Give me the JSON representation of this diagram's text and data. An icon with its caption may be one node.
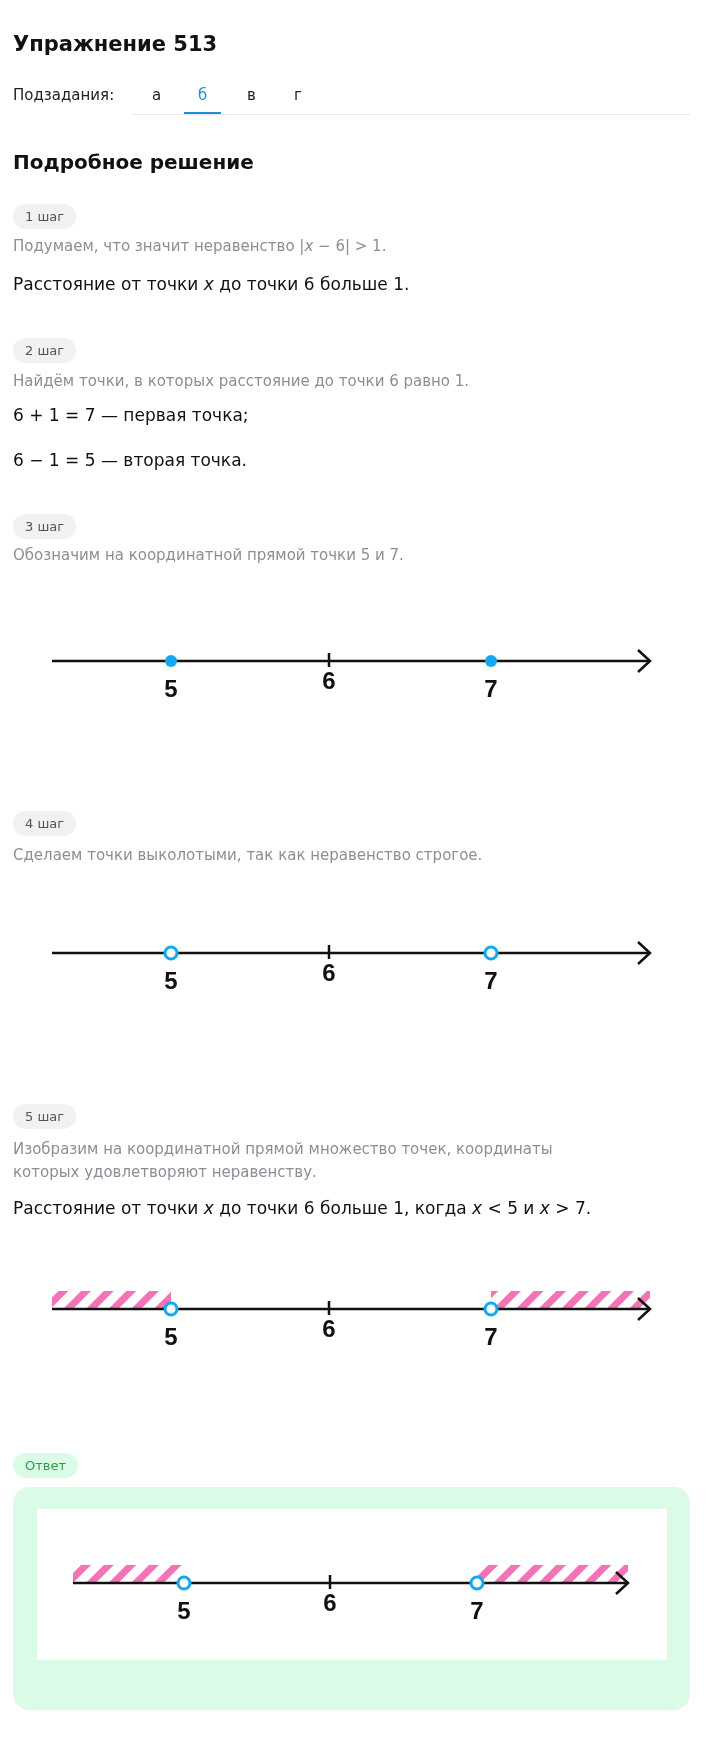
{
  "diagram": {
    "title": "Упражнение 513",
    "labels": [
      "Подзадания:",
      "а",
      "б",
      "в",
      "г",
      "Подробное решение",
      "1 шаг",
      "Подумаем, что значит неравенство |*x* − 6| > 1.",
      "Расстояние от точки *x* до точки 6 больше 1.",
      "2 шаг",
      "Найдём точки, в которых расстояние до точки 6 равно 1.",
      "6 + 1 = 7 — первая точка;",
      "6 − 1 = 5 — вторая точка.",
      "3 шаг",
      "Обозначим на координатной прямой точки 5 и 7.",
      "5",
      "6",
      "7",
      "4 шаг",
      "Сделаем точки выколотыми, так как неравенство строгое.",
      "5",
      "6",
      "7",
      "5 шаг",
      "Изобразим на координатной прямой множество точек, координаты которых удовлетворяют неравенству.",
      "Расстояние от точки *x* до точки 6 больше 1, когда *x* < 5 и *x* > 7.",
      "5",
      "6",
      "7",
      "Ответ",
      "5",
      "6",
      "7"
    ]
  }
}
